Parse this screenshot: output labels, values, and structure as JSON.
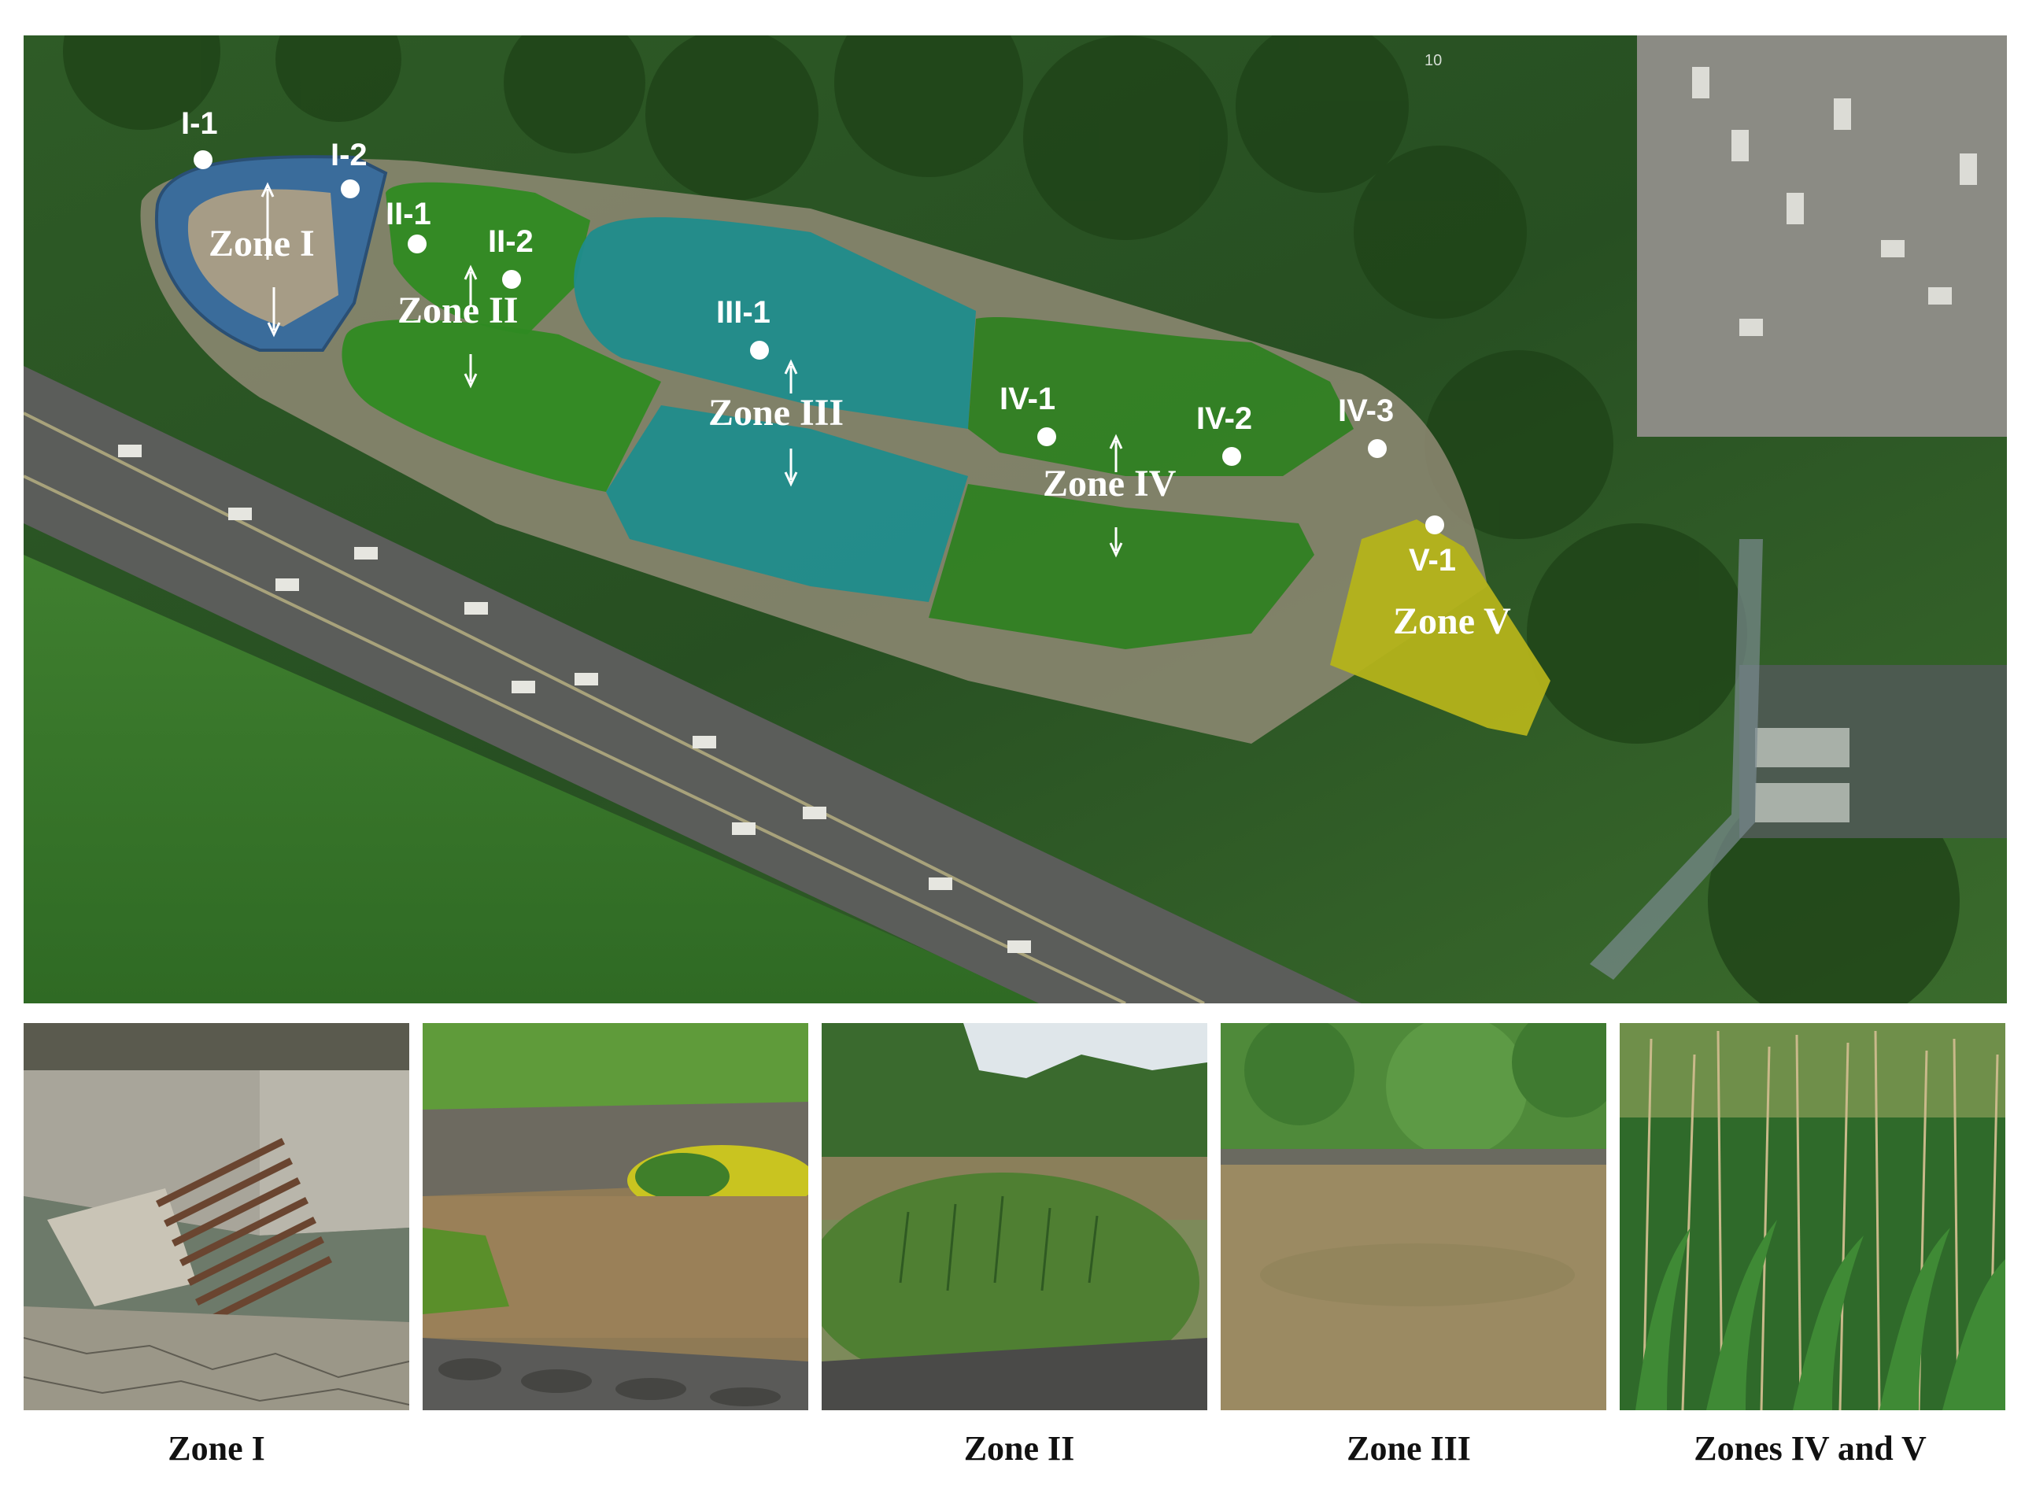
{
  "map": {
    "zones": [
      {
        "id": "zone-1",
        "label": "Zone I",
        "color": "#2f5b85"
      },
      {
        "id": "zone-2",
        "label": "Zone II",
        "color": "#2f8a22"
      },
      {
        "id": "zone-3",
        "label": "Zone III",
        "color": "#1f8c8c"
      },
      {
        "id": "zone-4",
        "label": "Zone IV",
        "color": "#2f7f22"
      },
      {
        "id": "zone-5",
        "label": "Zone V",
        "color": "#b4b31a"
      }
    ],
    "points": [
      {
        "id": "p-i-1",
        "label": "I-1"
      },
      {
        "id": "p-i-2",
        "label": "I-2"
      },
      {
        "id": "p-ii-1",
        "label": "II-1"
      },
      {
        "id": "p-ii-2",
        "label": "II-2"
      },
      {
        "id": "p-iii-1",
        "label": "III-1"
      },
      {
        "id": "p-iv-1",
        "label": "IV-1"
      },
      {
        "id": "p-iv-2",
        "label": "IV-2"
      },
      {
        "id": "p-iv-3",
        "label": "IV-3"
      },
      {
        "id": "p-v-1",
        "label": "V-1"
      }
    ],
    "corner_text": "10"
  },
  "photos": [
    {
      "caption": "Zone I"
    },
    {
      "caption": "Zone II"
    },
    {
      "caption": "Zone III"
    },
    {
      "caption": "Zones IV and V"
    }
  ]
}
